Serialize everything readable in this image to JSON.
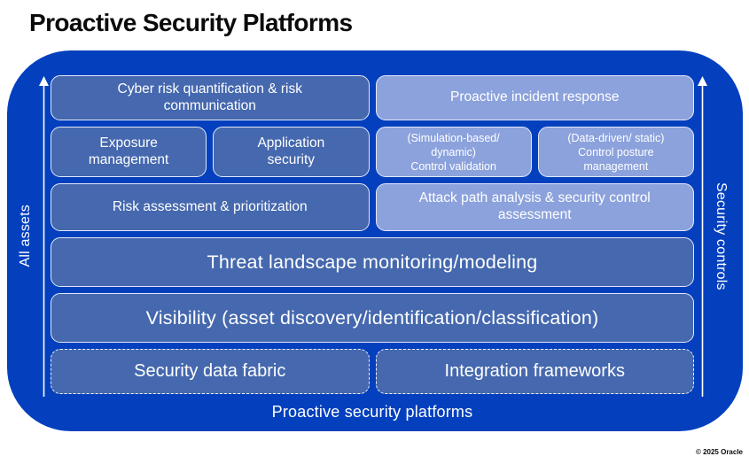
{
  "page": {
    "title": "Proactive Security Platforms",
    "copyright": "© 2025 Oracle"
  },
  "axes": {
    "left_label": "All assets",
    "right_label": "Security controls"
  },
  "platform": {
    "footer_caption": "Proactive security platforms",
    "boxes": {
      "cyber_risk": "Cyber risk quantification & risk\ncommunication",
      "incident_response": "Proactive incident response",
      "exposure_management": "Exposure\nmanagement",
      "application_security": "Application\nsecurity",
      "control_validation": "(Simulation-based/\ndynamic)\nControl validation",
      "control_posture": "(Data-driven/ static)\nControl posture\nmanagement",
      "risk_assessment": "Risk assessment & prioritization",
      "attack_path": "Attack path analysis & security control\nassessment",
      "threat_landscape": "Threat landscape monitoring/modeling",
      "visibility": "Visibility (asset discovery/identification/classification)",
      "security_data_fabric": "Security data fabric",
      "integration_frameworks": "Integration frameworks"
    }
  },
  "colors": {
    "outer_blue": "#0440BE",
    "box_dark": "#4568AE",
    "box_light": "#8CA2DC",
    "box_border": "#E3E9F9",
    "text_light": "#FFFFFF",
    "title_color": "#0B0B0B"
  }
}
